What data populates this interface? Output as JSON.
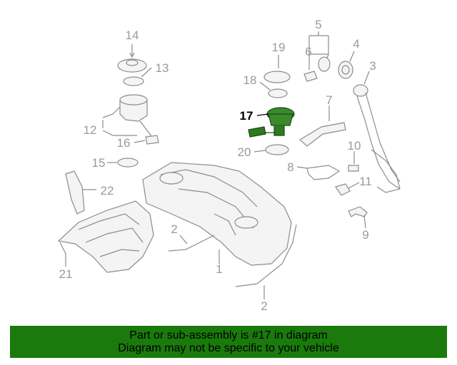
{
  "callouts": {
    "c1": "1",
    "c2a": "2",
    "c2b": "2",
    "c3": "3",
    "c4": "4",
    "c5": "5",
    "c6": "6",
    "c7": "7",
    "c8": "8",
    "c9": "9",
    "c10": "10",
    "c11": "11",
    "c12": "12",
    "c13": "13",
    "c14": "14",
    "c15": "15",
    "c16": "16",
    "c17": "17",
    "c18": "18",
    "c19": "19",
    "c20": "20",
    "c21": "21",
    "c22": "22"
  },
  "highlight_part": "17",
  "colors": {
    "banner": "#1a7a0c",
    "highlight": "#3a8a2a",
    "line": "#8c8c8c"
  },
  "banner": {
    "line1": "Part or sub-assembly is #17 in diagram",
    "line2": "Diagram may not be specific to your vehicle"
  }
}
